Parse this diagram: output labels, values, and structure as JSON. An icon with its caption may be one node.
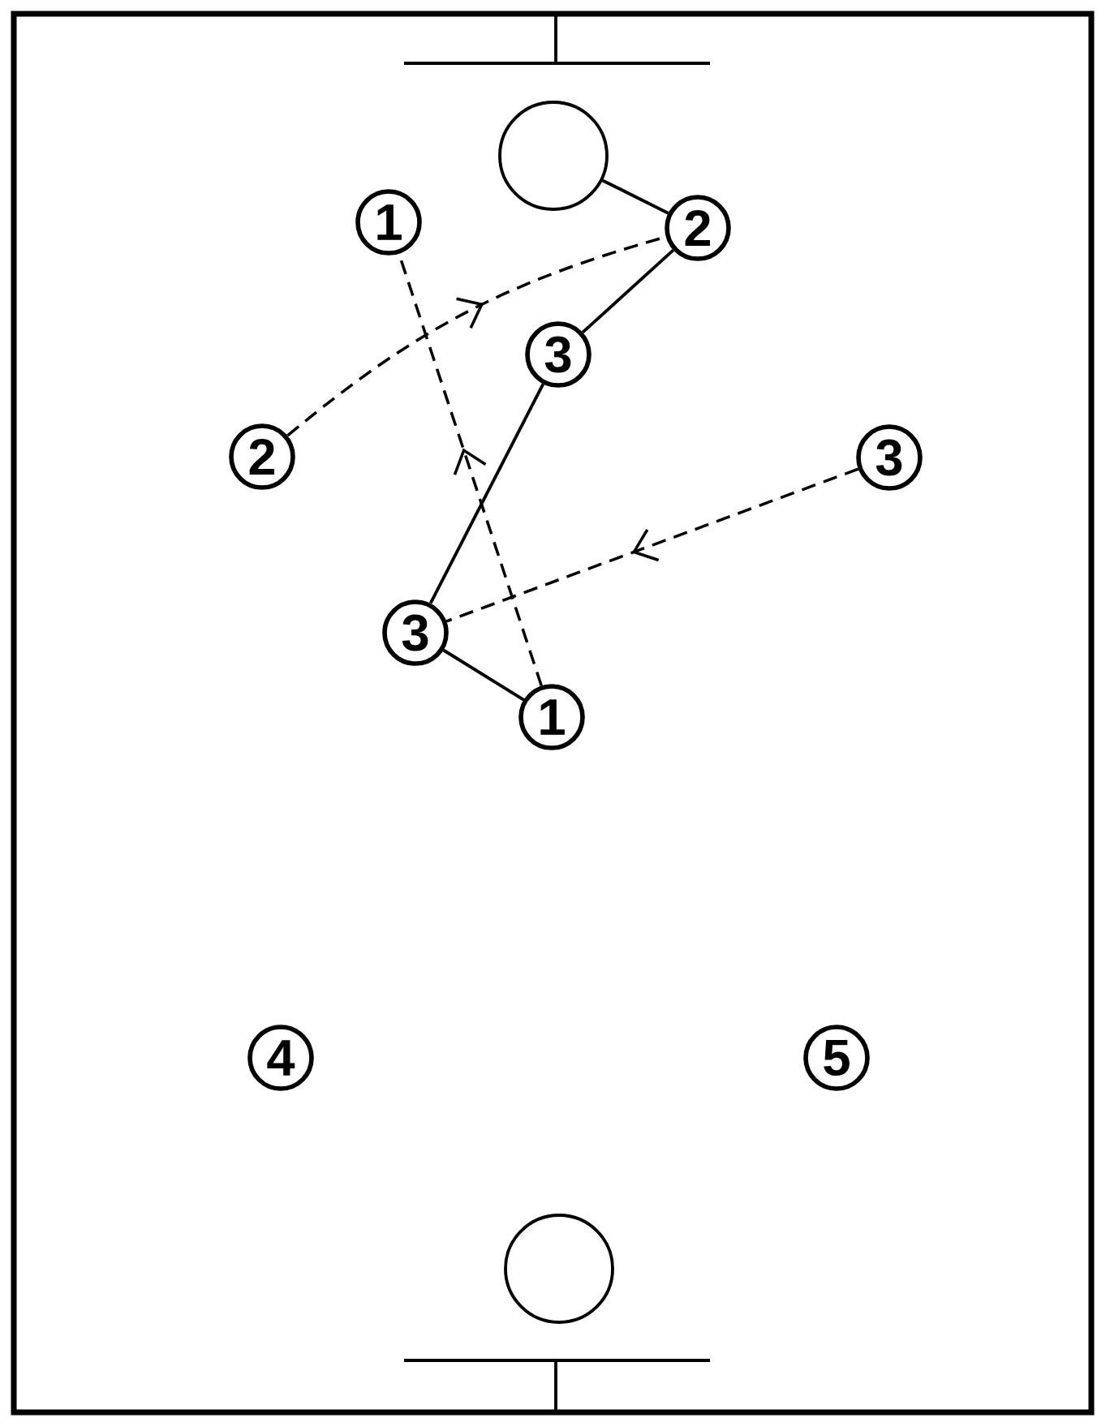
{
  "diagram": {
    "nodes": [
      {
        "text": [],
        "shape": "circle"
      },
      {
        "text": [
          "1"
        ]
      },
      {
        "text": [
          "2"
        ]
      },
      {
        "text": [
          "3"
        ]
      },
      {
        "text": [
          "2"
        ]
      },
      {
        "text": [
          "3"
        ]
      },
      {
        "text": [
          "3"
        ]
      },
      {
        "text": [
          "1"
        ]
      },
      {
        "text": [
          "4"
        ]
      },
      {
        "text": [
          "5"
        ]
      },
      {
        "text": [],
        "shape": "circle"
      }
    ],
    "edges": [
      {
        "from": 0,
        "to": 2,
        "arrow": "none"
      },
      {
        "from": 2,
        "to": 3,
        "arrow": "none"
      },
      {
        "from": 3,
        "to": 6,
        "arrow": "none"
      },
      {
        "from": 6,
        "to": 7,
        "arrow": "none"
      },
      {
        "from": 7,
        "to": 1,
        "arrow": "to",
        "style": "dashed"
      },
      {
        "from": 4,
        "to": 2,
        "arrow": "to",
        "style": "dashed"
      },
      {
        "from": 5,
        "to": 6,
        "arrow": "to",
        "style": "dashed"
      }
    ]
  }
}
